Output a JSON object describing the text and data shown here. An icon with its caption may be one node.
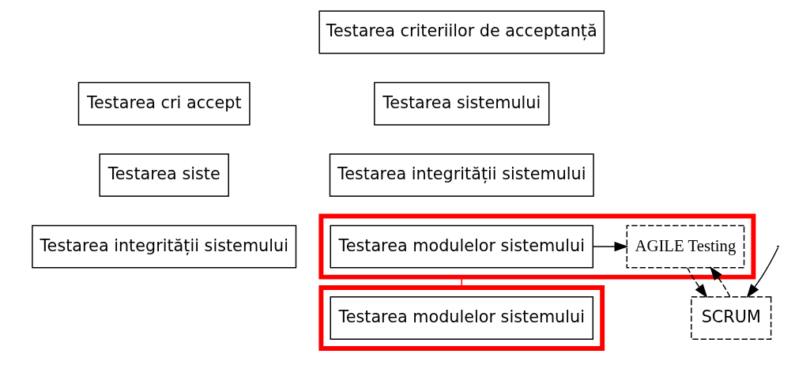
{
  "diagram": {
    "nodes": [
      {
        "text": [],
        "shape": "box"
      },
      {
        "text": [
          "Testarea criteriilor de acceptanță"
        ]
      },
      {
        "text": [
          "Testarea sistemului"
        ]
      },
      {
        "text": [
          "Testarea integrității sistemului"
        ]
      },
      {
        "text": [
          "Testarea modulelor sistemului"
        ],
        "in": 0
      },
      {
        "text": [
          "AGILE Testing"
        ],
        "in": 0
      },
      {
        "text": [
          "SCRUM"
        ]
      },
      {
        "text": [],
        "shape": "box"
      },
      {
        "text": [
          "Testarea cri accept"
        ]
      },
      {
        "text": [
          "Testarea siste"
        ]
      },
      {
        "text": [
          "Testarea integrității sistemului"
        ]
      },
      {
        "text": [
          "Testarea modulelor sistemului"
        ],
        "in": 7
      }
    ],
    "edges": [
      {
        "from": 4,
        "to": 5,
        "arrow": "to"
      },
      {
        "from": 5,
        "to": 6,
        "arrow": "to",
        "style": "dashed"
      },
      {
        "from": 6,
        "to": 5,
        "arrow": "to",
        "style": "dashed"
      },
      {
        "from": null,
        "to": 6,
        "arrow": "to"
      },
      {
        "from": 0,
        "to": 7,
        "arrow": "none",
        "color": "#ff0000"
      }
    ]
  }
}
